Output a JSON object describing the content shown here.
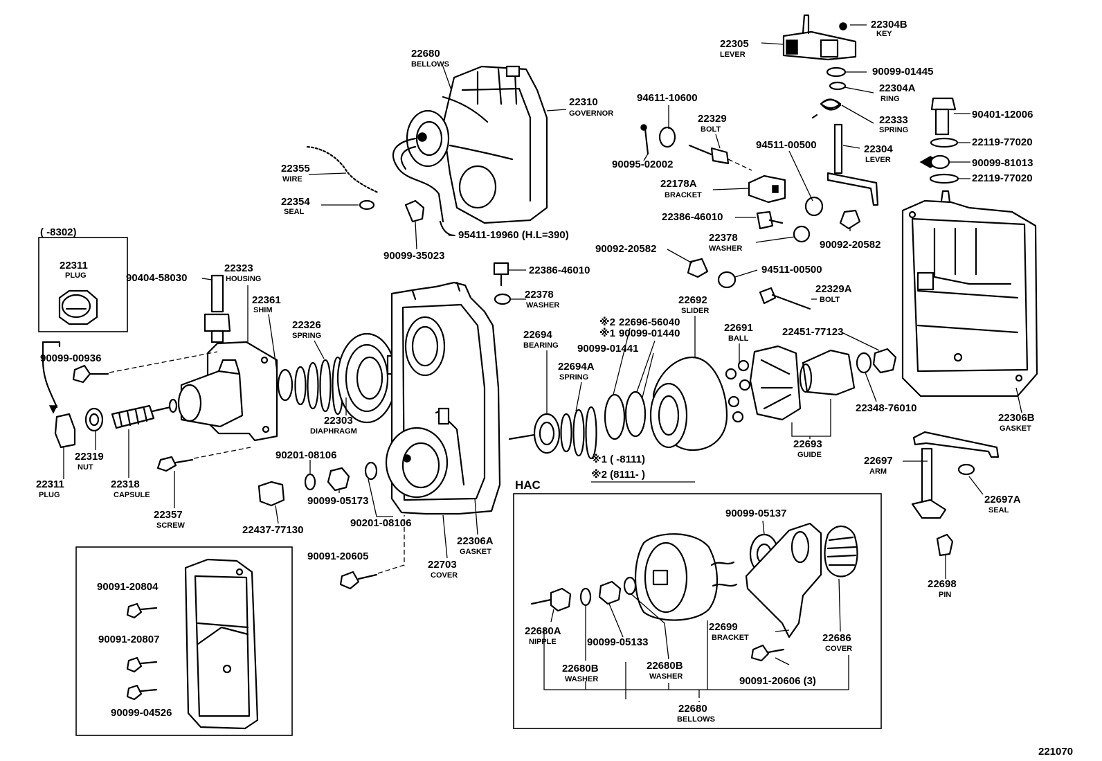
{
  "figure_id": "221070",
  "callouts": [
    {
      "id": "c1",
      "number": "22304B",
      "name": "KEY"
    },
    {
      "id": "c2",
      "number": "22305",
      "name": "LEVER"
    },
    {
      "id": "c3",
      "number": "90099-01445",
      "name": ""
    },
    {
      "id": "c4",
      "number": "22304A",
      "name": "RING"
    },
    {
      "id": "c5",
      "number": "22333",
      "name": "SPRING"
    },
    {
      "id": "c6",
      "number": "22304",
      "name": "LEVER"
    },
    {
      "id": "c7",
      "number": "90401-12006",
      "name": ""
    },
    {
      "id": "c8",
      "number": "22119-77020",
      "name": ""
    },
    {
      "id": "c9",
      "number": "90099-81013",
      "name": ""
    },
    {
      "id": "c10",
      "number": "22119-77020",
      "name": ""
    },
    {
      "id": "c11",
      "number": "22680",
      "name": "BELLOWS"
    },
    {
      "id": "c12",
      "number": "22310",
      "name": "GOVERNOR"
    },
    {
      "id": "c13",
      "number": "94611-10600",
      "name": ""
    },
    {
      "id": "c14",
      "number": "22329",
      "name": "BOLT"
    },
    {
      "id": "c15",
      "number": "90095-02002",
      "name": ""
    },
    {
      "id": "c16",
      "number": "94511-00500",
      "name": ""
    },
    {
      "id": "c17",
      "number": "22178A",
      "name": "BRACKET"
    },
    {
      "id": "c18",
      "number": "22386-46010",
      "name": ""
    },
    {
      "id": "c19",
      "number": "22378",
      "name": "WASHER"
    },
    {
      "id": "c20",
      "number": "90092-20582",
      "name": ""
    },
    {
      "id": "c21",
      "number": "90092-20582",
      "name": ""
    },
    {
      "id": "c22",
      "number": "94511-00500",
      "name": ""
    },
    {
      "id": "c23",
      "number": "22355",
      "name": "WIRE"
    },
    {
      "id": "c24",
      "number": "22354",
      "name": "SEAL"
    },
    {
      "id": "c25",
      "number": "95411-19960 (H.L=390)",
      "name": ""
    },
    {
      "id": "c26",
      "number": "90099-35023",
      "name": ""
    },
    {
      "id": "c27",
      "number": "22311",
      "name": "PLUG"
    },
    {
      "id": "c28",
      "number": "90404-58030",
      "name": ""
    },
    {
      "id": "c29",
      "number": "22323",
      "name": "HOUSING"
    },
    {
      "id": "c30",
      "number": "22361",
      "name": "SHIM"
    },
    {
      "id": "c31",
      "number": "22326",
      "name": "SPRING"
    },
    {
      "id": "c32",
      "number": "22386-46010",
      "name": ""
    },
    {
      "id": "c33",
      "number": "22378",
      "name": "WASHER"
    },
    {
      "id": "c34",
      "number": "22692",
      "name": "SLIDER"
    },
    {
      "id": "c35",
      "number": "22329A",
      "name": "BOLT"
    },
    {
      "id": "c36",
      "number": "22691",
      "name": "BALL"
    },
    {
      "id": "c37",
      "number": "22451-77123",
      "name": ""
    },
    {
      "id": "c38",
      "number": "90099-00936",
      "name": ""
    },
    {
      "id": "c39",
      "number": "22694",
      "name": "BEARING"
    },
    {
      "id": "c40",
      "number": "22694A",
      "name": "SPRING"
    },
    {
      "id": "c41",
      "number": "22696-56040",
      "name": ""
    },
    {
      "id": "c42",
      "number": "90099-01440",
      "name": ""
    },
    {
      "id": "c43",
      "number": "90099-01441",
      "name": ""
    },
    {
      "id": "c44",
      "number": "22303",
      "name": "DIAPHRAGM"
    },
    {
      "id": "c45",
      "number": "22348-76010",
      "name": ""
    },
    {
      "id": "c46",
      "number": "22306B",
      "name": "GASKET"
    },
    {
      "id": "c47",
      "number": "22693",
      "name": "GUIDE"
    },
    {
      "id": "c48",
      "number": "22319",
      "name": "NUT"
    },
    {
      "id": "c49",
      "number": "22311",
      "name": "PLUG"
    },
    {
      "id": "c50",
      "number": "22318",
      "name": "CAPSULE"
    },
    {
      "id": "c51",
      "number": "22357",
      "name": "SCREW"
    },
    {
      "id": "c52",
      "number": "90201-08106",
      "name": ""
    },
    {
      "id": "c53",
      "number": "90099-05173",
      "name": ""
    },
    {
      "id": "c54",
      "number": "90201-08106",
      "name": ""
    },
    {
      "id": "c55",
      "number": "22437-77130",
      "name": ""
    },
    {
      "id": "c56",
      "number": "22697",
      "name": "ARM"
    },
    {
      "id": "c57",
      "number": "22697A",
      "name": "SEAL"
    },
    {
      "id": "c58",
      "number": "22306A",
      "name": "GASKET"
    },
    {
      "id": "c59",
      "number": "22703",
      "name": "COVER"
    },
    {
      "id": "c60",
      "number": "90091-20605",
      "name": ""
    },
    {
      "id": "c61",
      "number": "22698",
      "name": "PIN"
    },
    {
      "id": "c62",
      "number": "90091-20804",
      "name": ""
    },
    {
      "id": "c63",
      "number": "90091-20807",
      "name": ""
    },
    {
      "id": "c64",
      "number": "90099-04526",
      "name": ""
    },
    {
      "id": "c65",
      "number": "90099-05137",
      "name": ""
    },
    {
      "id": "c66",
      "number": "22699",
      "name": "BRACKET"
    },
    {
      "id": "c67",
      "number": "22686",
      "name": "COVER"
    },
    {
      "id": "c68",
      "number": "22680A",
      "name": "NIPPLE"
    },
    {
      "id": "c69",
      "number": "90099-05133",
      "name": ""
    },
    {
      "id": "c70",
      "number": "90091-20606 (3)",
      "name": ""
    },
    {
      "id": "c71",
      "number": "22680B",
      "name": "WASHER"
    },
    {
      "id": "c72",
      "number": "22680B",
      "name": "WASHER"
    },
    {
      "id": "c73",
      "number": "22680",
      "name": "BELLOWS"
    }
  ],
  "inset_plug": {
    "range": "(      -8302)"
  },
  "applicability": {
    "line1": "※1 (      -8111)",
    "line2": "※2 (8111-        )",
    "mark1": "※1",
    "mark2": "※2"
  },
  "hac": {
    "label": "HAC"
  }
}
